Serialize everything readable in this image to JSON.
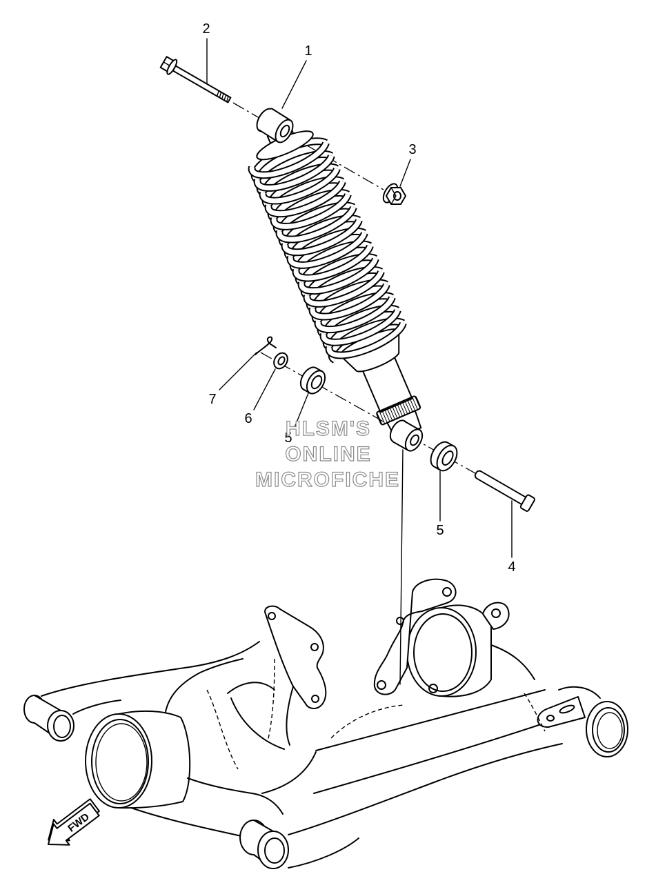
{
  "callouts": [
    {
      "label": "2"
    },
    {
      "label": "1"
    },
    {
      "label": "3"
    },
    {
      "label": "7"
    },
    {
      "label": "6"
    },
    {
      "label": "5"
    },
    {
      "label": "5"
    },
    {
      "label": "4"
    }
  ],
  "watermark": {
    "line1": "HLSM'S",
    "line2": "ONLINE",
    "line3": "MICROFICHE"
  },
  "direction_label": "FWD",
  "colors": {
    "line": "#000000",
    "watermark": "#8a8a8a",
    "background": "#ffffff"
  }
}
